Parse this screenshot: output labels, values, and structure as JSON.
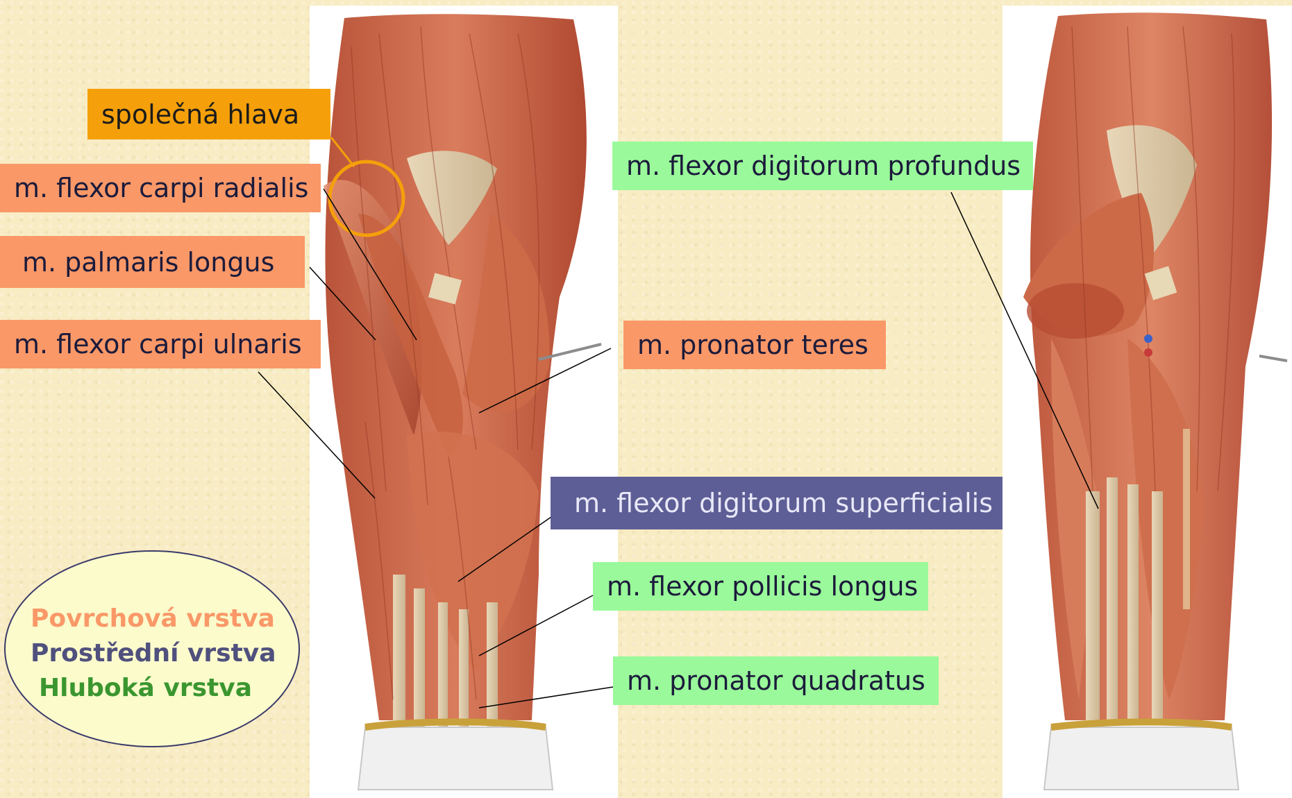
{
  "labels": {
    "common_head": "společná hlava",
    "flexor_carpi_radialis": "m. flexor carpi radialis",
    "palmaris_longus": "m. palmaris longus",
    "flexor_carpi_ulnaris": "m. flexor carpi ulnaris",
    "pronator_teres": "m. pronator teres",
    "flexor_digitorum_profundus": "m. flexor digitorum profundus",
    "flexor_digitorum_superficialis": "m. flexor digitorum superficialis",
    "flexor_pollicis_longus": "m. flexor pollicis longus",
    "pronator_quadratus": "m. pronator quadratus"
  },
  "legend": {
    "superficial": "Povrchová vrstva",
    "middle": "Prostřední vrstva",
    "deep": "Hluboká vrstva"
  },
  "colors": {
    "background": "#f8ecc4",
    "common_head_box": "#f5a00a",
    "superficial_box": "#fa9868",
    "middle_box": "#5e5e96",
    "deep_box": "#9af99a",
    "legend_fill": "#fbfbcc",
    "legend_superficial": "#fa9868",
    "legend_middle": "#50507e",
    "legend_deep": "#3b9630"
  }
}
